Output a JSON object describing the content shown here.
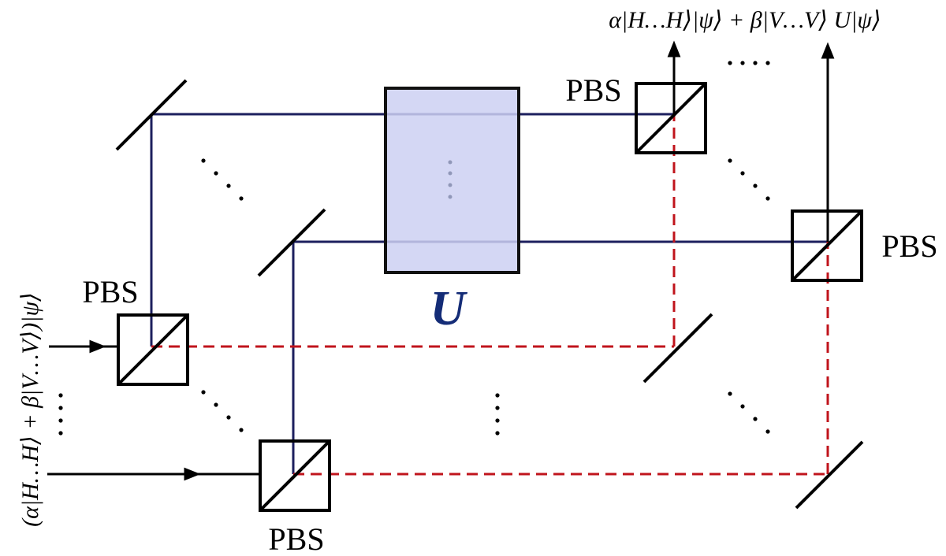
{
  "labels": {
    "pbs": [
      "PBS",
      "PBS",
      "PBS",
      "PBS"
    ],
    "unitary": "U",
    "output_state": "α|H…H⟩|ψ⟩ + β|V…V⟩ U|ψ⟩",
    "input_state": "(α|H…H⟩ + β|V…V⟩)|ψ⟩",
    "dots_horizontal": "····",
    "dots_vertical": "⋮"
  },
  "colors": {
    "blue_path": "#1c1f5e",
    "red_path": "#c0141c",
    "unitary_fill": "#cdd0f2",
    "unitary_stroke": "#111111",
    "unitary_label": "#142c77"
  }
}
